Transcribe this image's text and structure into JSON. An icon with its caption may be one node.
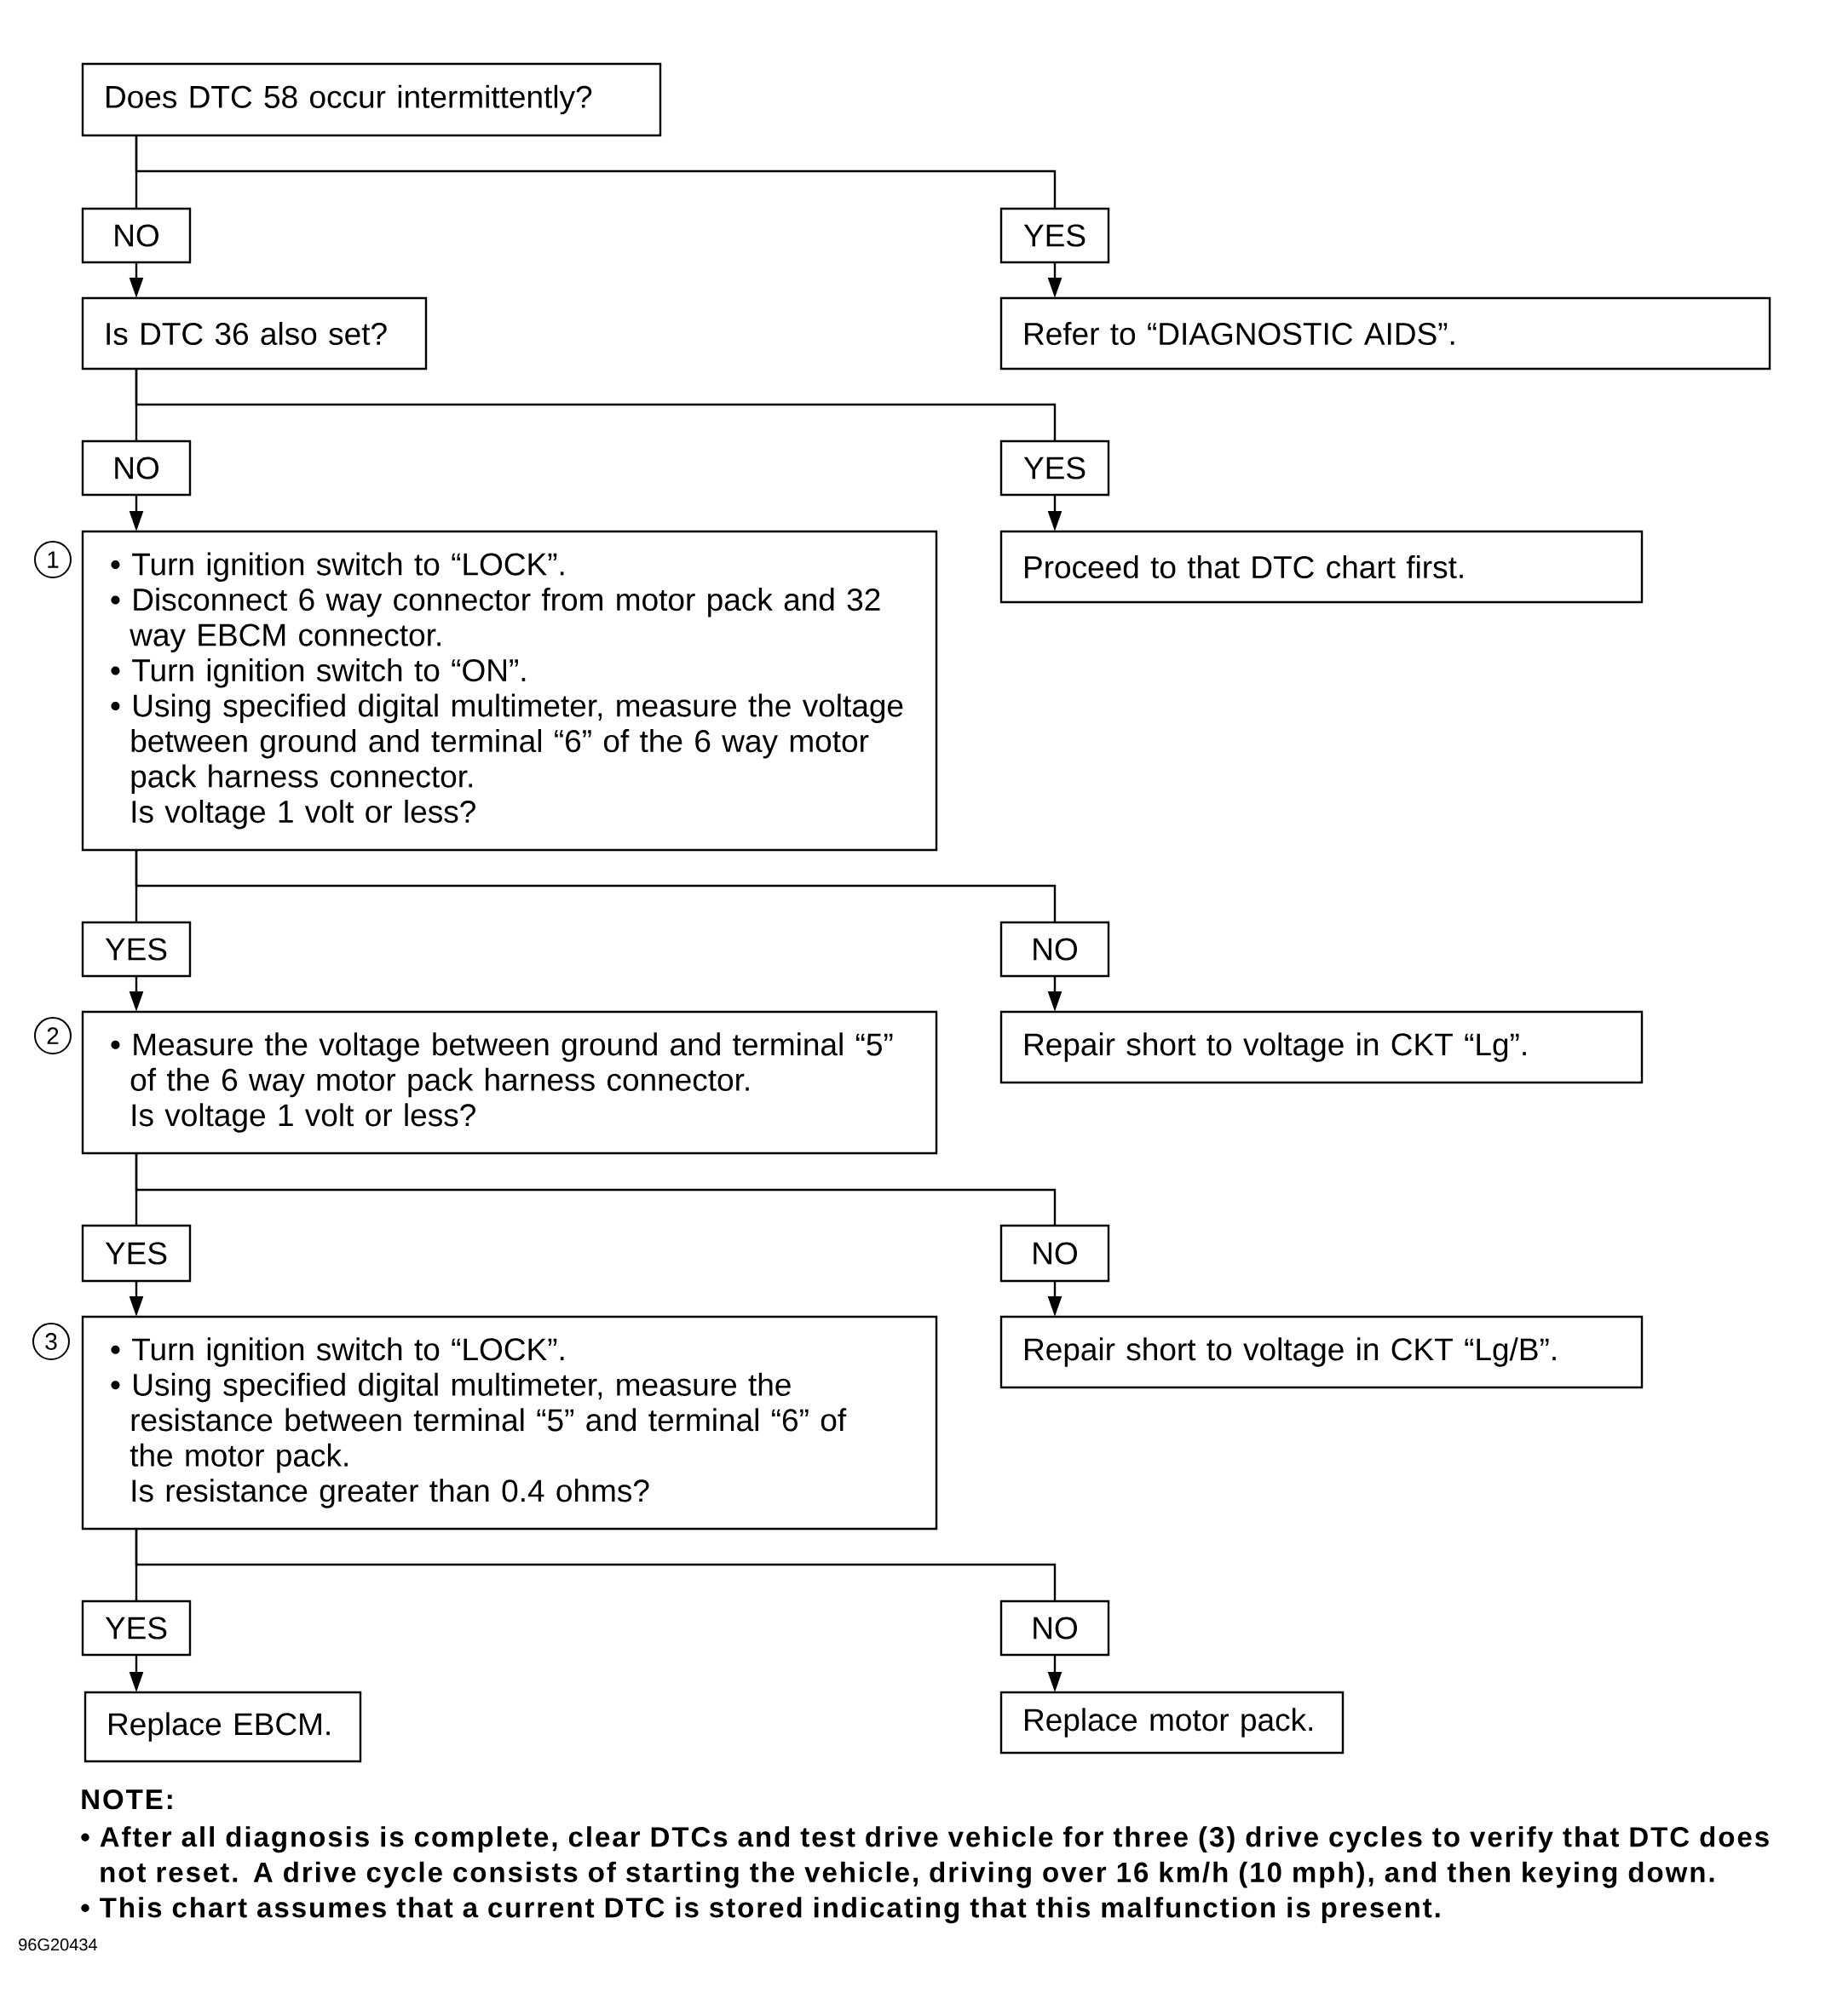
{
  "diagram": {
    "nodes": [
      {
        "text": [
          "Does DTC 58 occur intermittently?"
        ]
      },
      {
        "text": [
          "NO"
        ]
      },
      {
        "text": [
          "YES"
        ]
      },
      {
        "text": [
          "Is DTC 36 also set?"
        ]
      },
      {
        "text": [
          "Refer to “DIAGNOSTIC AIDS”."
        ]
      },
      {
        "text": [
          "NO"
        ]
      },
      {
        "text": [
          "YES"
        ]
      },
      {
        "text": [
          "• Turn ignition switch to “LOCK”.",
          "• Disconnect 6 way connector from motor pack and 32 way EBCM connector.",
          "• Turn ignition switch to “ON”.",
          "• Using specified digital multimeter, measure the voltage between ground and terminal “6” of the 6 way motor pack harness connector.",
          "Is voltage 1 volt or less?"
        ],
        "beside": [
          "1"
        ]
      },
      {
        "text": [
          "Proceed to that DTC chart first."
        ]
      },
      {
        "text": [
          "YES"
        ]
      },
      {
        "text": [
          "NO"
        ]
      },
      {
        "text": [
          "• Measure the voltage between ground and terminal “5” of the 6 way motor pack harness connector.",
          "Is voltage 1 volt or less?"
        ],
        "beside": [
          "2"
        ]
      },
      {
        "text": [
          "Repair short to voltage in CKT “Lg”."
        ]
      },
      {
        "text": [
          "YES"
        ]
      },
      {
        "text": [
          "NO"
        ]
      },
      {
        "text": [
          "• Turn ignition switch to “LOCK”.",
          "• Using specified digital multimeter, measure the resistance between terminal “5” and terminal “6” of the motor pack.",
          "Is resistance greater than 0.4 ohms?"
        ],
        "beside": [
          "3"
        ]
      },
      {
        "text": [
          "Repair short to voltage in CKT “Lg/B”."
        ]
      },
      {
        "text": [
          "YES"
        ]
      },
      {
        "text": [
          "NO"
        ]
      },
      {
        "text": [
          "Replace EBCM."
        ]
      },
      {
        "text": [
          "Replace motor pack."
        ]
      }
    ],
    "edges": [
      {
        "from": 0,
        "to": 1,
        "arrow": "none"
      },
      {
        "from": 0,
        "to": 2,
        "arrow": "none"
      },
      {
        "from": 1,
        "to": 3,
        "arrow": "to"
      },
      {
        "from": 2,
        "to": 4,
        "arrow": "to"
      },
      {
        "from": 3,
        "to": 5,
        "arrow": "none"
      },
      {
        "from": 3,
        "to": 6,
        "arrow": "none"
      },
      {
        "from": 5,
        "to": 7,
        "arrow": "to"
      },
      {
        "from": 6,
        "to": 8,
        "arrow": "to"
      },
      {
        "from": 7,
        "to": 9,
        "arrow": "none"
      },
      {
        "from": 7,
        "to": 10,
        "arrow": "none"
      },
      {
        "from": 9,
        "to": 11,
        "arrow": "to"
      },
      {
        "from": 10,
        "to": 12,
        "arrow": "to"
      },
      {
        "from": 11,
        "to": 13,
        "arrow": "none"
      },
      {
        "from": 11,
        "to": 14,
        "arrow": "none"
      },
      {
        "from": 13,
        "to": 15,
        "arrow": "to"
      },
      {
        "from": 14,
        "to": 16,
        "arrow": "to"
      },
      {
        "from": 15,
        "to": 17,
        "arrow": "none"
      },
      {
        "from": 15,
        "to": 18,
        "arrow": "none"
      },
      {
        "from": 17,
        "to": 19,
        "arrow": "to"
      },
      {
        "from": 18,
        "to": 20,
        "arrow": "to"
      }
    ],
    "labels": [
      "NOTE:",
      "• After all diagnosis is complete, clear DTCs and test drive vehicle for three (3) drive cycles to verify that DTC does not reset. A drive cycle consists of starting the vehicle, driving over 16 km/h (10 mph), and then keying down.",
      "• This chart assumes that a current DTC is stored indicating that this malfunction is present.",
      "96G20434"
    ]
  }
}
